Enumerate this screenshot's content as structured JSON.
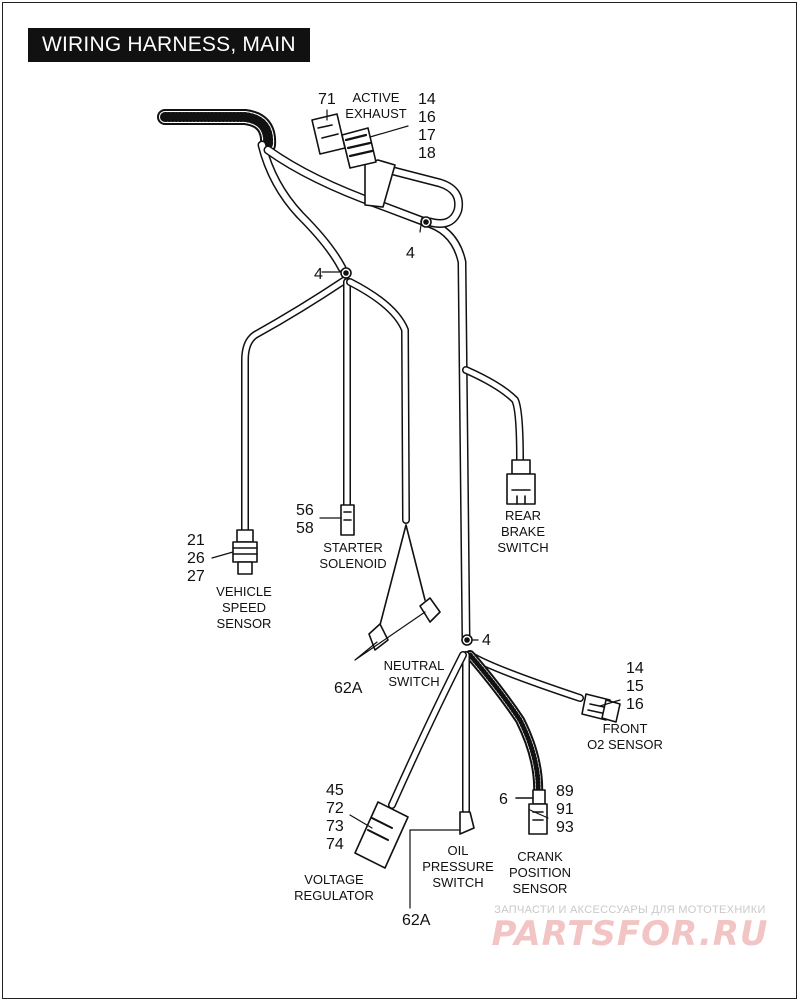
{
  "title": "WIRING HARNESS, MAIN",
  "components": {
    "active_exhaust": {
      "name": [
        "ACTIVE",
        "EXHAUST"
      ],
      "refs": [
        "71",
        "14",
        "16",
        "17",
        "18"
      ]
    },
    "vehicle_speed_sensor": {
      "name": [
        "VEHICLE",
        "SPEED",
        "SENSOR"
      ],
      "refs": [
        "21",
        "26",
        "27"
      ]
    },
    "starter_solenoid": {
      "name": [
        "STARTER",
        "SOLENOID"
      ],
      "refs": [
        "56",
        "58"
      ]
    },
    "rear_brake_switch": {
      "name": [
        "REAR",
        "BRAKE",
        "SWITCH"
      ],
      "refs": []
    },
    "neutral_switch": {
      "name": [
        "NEUTRAL",
        "SWITCH"
      ],
      "refs": [
        "62A"
      ]
    },
    "front_o2_sensor": {
      "name": [
        "FRONT",
        "O2 SENSOR"
      ],
      "refs": [
        "14",
        "15",
        "16"
      ]
    },
    "voltage_regulator": {
      "name": [
        "VOLTAGE",
        "REGULATOR"
      ],
      "refs": [
        "45",
        "72",
        "73",
        "74"
      ]
    },
    "oil_pressure_switch": {
      "name": [
        "OIL",
        "PRESSURE",
        "SWITCH"
      ],
      "refs": [
        "62A"
      ]
    },
    "crank_position_sensor": {
      "name": [
        "CRANK",
        "POSITION",
        "SENSOR"
      ],
      "refs": [
        "6",
        "89",
        "91",
        "93"
      ]
    }
  },
  "clip_refs": [
    "4",
    "4",
    "4"
  ],
  "watermark": {
    "caption": "ЗАПЧАСТИ И АКСЕССУАРЫ ДЛЯ МОТОТЕХНИКИ",
    "logo": "PARTSFOR.RU"
  },
  "colors": {
    "line": "#111111",
    "background": "#ffffff",
    "title_bg": "#111111",
    "title_fg": "#ffffff",
    "watermark": "#f2c4c4"
  }
}
